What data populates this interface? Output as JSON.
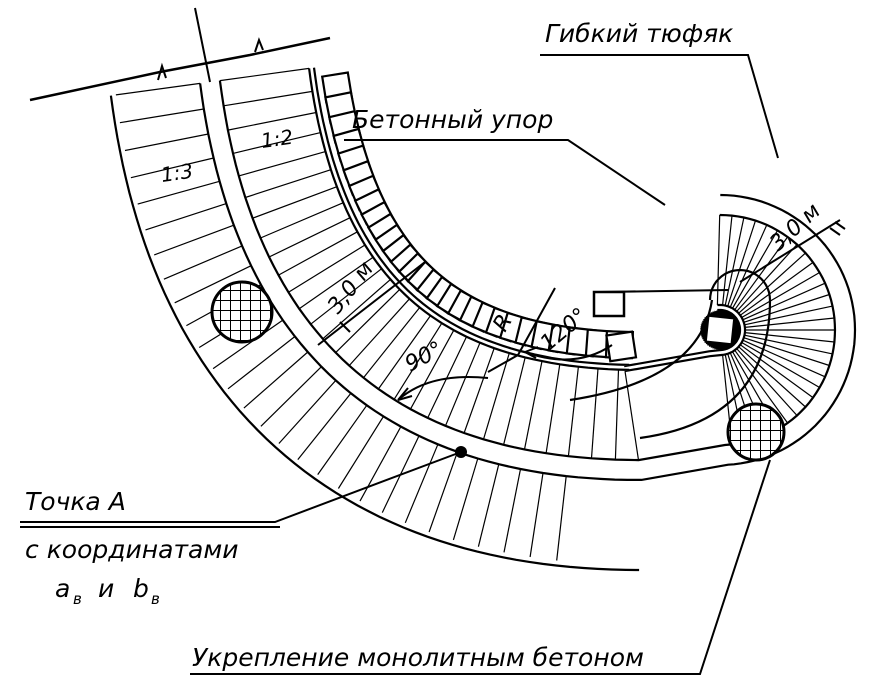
{
  "labels": {
    "flexible_mattress": "Гибкий тюфяк",
    "concrete_stop": "Бетонный упор",
    "point_a_line1": "Точка А",
    "point_a_line2": "с координатами",
    "coord_a": "a",
    "coord_a_sub": "в",
    "coord_and": "и",
    "coord_b": "b",
    "coord_b_sub": "в",
    "monolithic": "Укрепление монолитным бетоном"
  },
  "dimensions": {
    "width_left": "3,0 м",
    "width_right": "3,0 м",
    "radius": "R",
    "angle_90": "90°",
    "angle_120": "120°"
  },
  "slopes": {
    "slope_1_3": "1:3",
    "slope_1_2": "1:2"
  },
  "colors": {
    "ink": "#000000",
    "paper": "#ffffff"
  }
}
